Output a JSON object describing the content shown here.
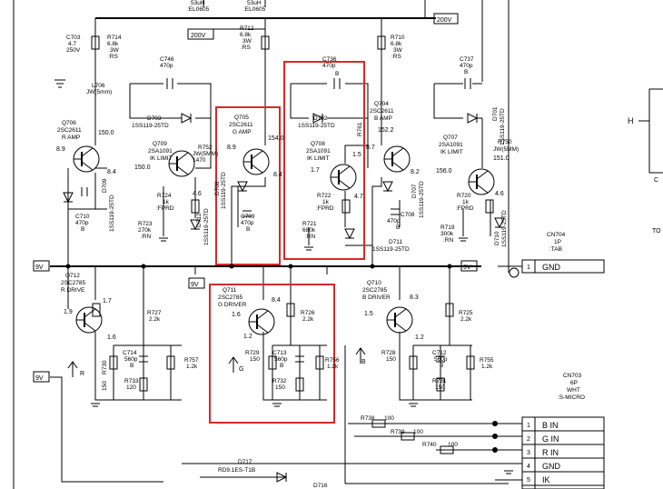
{
  "rails": {
    "v200_top": "200V",
    "v200_mid": "200V",
    "v9_left": "9V",
    "v9_mid": "9V",
    "v9_right": "9V",
    "v9_left2": "9V"
  },
  "top_inductors": [
    {
      "line1": "53uH",
      "line2": ":EL0605"
    },
    {
      "line1": "53uH",
      "line2": ":EL0605"
    }
  ],
  "transistors": [
    {
      "ref": "Q706",
      "part": "2SC2611",
      "func": "R AMP",
      "b": "8.9",
      "c": "150.0",
      "e": "8.4"
    },
    {
      "ref": "Q709",
      "part": "2SA1091",
      "func": "IK LIMIT",
      "b": "150.0",
      "c": "",
      "e": "4.6"
    },
    {
      "ref": "Q705",
      "part": "2SC2611",
      "func": "G AMP",
      "b": "8.9",
      "c": "154.0",
      "e": "8.4"
    },
    {
      "ref": "Q708",
      "part": "2SA1091",
      "func": "IK LIMIT",
      "b": "1.7",
      "c": "1.5",
      "e": "4.7"
    },
    {
      "ref": "Q704",
      "part": "2SC2611",
      "func": "B AMP",
      "b": "8.7",
      "c": "152.2",
      "e": "8.2"
    },
    {
      "ref": "Q707",
      "part": "2SA1091",
      "func": "IK LIMIT",
      "b": "156.0",
      "c": "151.0",
      "e": "4.6"
    },
    {
      "ref": "Q712",
      "part": "2SC2785",
      "func": "R DRIVE",
      "b": "1.9",
      "c": "1.7",
      "e": "1.6"
    },
    {
      "ref": "Q711",
      "part": "2SC2785",
      "func": "G DRIVER",
      "b": "1.6",
      "c": "8.4",
      "e": "1.2"
    },
    {
      "ref": "Q710",
      "part": "2SC2785",
      "func": "B DRIVER",
      "b": "1.5",
      "c": "8.3",
      "e": "1.2"
    }
  ],
  "labels": {
    "c703": [
      "C703",
      "4.7",
      "250V"
    ],
    "r714": [
      "R714",
      "6.8k",
      "3W",
      ":RS"
    ],
    "l706": [
      "L706",
      "JW(5mm)"
    ],
    "c746": [
      "C746",
      "470p"
    ],
    "r712": [
      "R712",
      "6.8k",
      "3W",
      ":RS"
    ],
    "r710": [
      "R710",
      "6.8k",
      "3W",
      ":RS"
    ],
    "c737": [
      "C737",
      "470p",
      "B"
    ],
    "c736": [
      "C736",
      "470p",
      "B"
    ],
    "d703": [
      "D703",
      "1SS119-25TD"
    ],
    "d702": [
      "D702",
      "1SS119-25TD"
    ],
    "d701": [
      "D701",
      "1SS119-25TD"
    ],
    "r752": [
      "R752",
      "JW(5MM)",
      "1470"
    ],
    "r750": [
      "R750",
      "JW(5MM)"
    ],
    "r761": [
      "R761"
    ],
    "d708": [
      "D708",
      "1SS119-25TD"
    ],
    "d707": [
      "D707",
      "1SS119-25TD"
    ],
    "d709": [
      "D709",
      "1SS119-25TD"
    ],
    "d710": [
      "D710",
      "1SS119-25TD"
    ],
    "d712": [
      "D712",
      "1SS119-25TD"
    ],
    "d711": [
      "D711",
      "1SS119-25TD"
    ],
    "c710": [
      "C710",
      "470p",
      "B"
    ],
    "c709": [
      "C709",
      "470p",
      "B"
    ],
    "c708": [
      "C708",
      "470p",
      "B"
    ],
    "r724": [
      "R724",
      "1k",
      ":FPRD"
    ],
    "r722": [
      "R722",
      "1k",
      ":FPRD"
    ],
    "r720": [
      "R720",
      "1k",
      ":FPRD"
    ],
    "r723": [
      "R723",
      "270k",
      ":RN"
    ],
    "r721": [
      "R721",
      "680k",
      ":RN"
    ],
    "r719": [
      "R719",
      "300k",
      ":RN"
    ],
    "r727": [
      "R727",
      "2.2k"
    ],
    "r726": [
      "R726",
      "2.2k"
    ],
    "r725": [
      "R725",
      "2.2k"
    ],
    "c714": [
      "C714",
      "560p",
      "B"
    ],
    "c713": [
      "C713",
      "560p",
      "B"
    ],
    "c712": [
      "C712",
      "560p",
      "B"
    ],
    "r730": [
      "R730",
      "150"
    ],
    "r729": [
      "R729",
      "150"
    ],
    "r728": [
      "R728",
      "150"
    ],
    "r733": [
      "R733",
      "120"
    ],
    "r732": [
      "R732",
      "150"
    ],
    "r731": [
      "R731",
      "150"
    ],
    "r757": [
      "R757",
      "1.2k"
    ],
    "r756": [
      "R756",
      "1.2k"
    ],
    "r755": [
      "R755",
      "1.2k"
    ],
    "r738": [
      "R738",
      "100"
    ],
    "r739": [
      "R739",
      "100"
    ],
    "r740": [
      "R740",
      "100"
    ],
    "d717": [
      "D717",
      "RD9.1ES-T1B"
    ],
    "d716": [
      "D716"
    ],
    "in_r": "R",
    "in_g": "G",
    "in_b": "B",
    "side_h": "H",
    "side_c": "C",
    "side_to": "TO"
  },
  "cn704": {
    "name": "CN704",
    "sub1": "1P",
    "sub2": ":TAB",
    "pins": [
      {
        "num": "1",
        "label": "GND"
      }
    ]
  },
  "cn703": {
    "name": "CN703",
    "sub1": "6P",
    "sub2": "WHT",
    "sub3": ":S-MICRO",
    "pins": [
      {
        "num": "1",
        "label": "B IN"
      },
      {
        "num": "2",
        "label": "G IN"
      },
      {
        "num": "3",
        "label": "R IN"
      },
      {
        "num": "4",
        "label": "GND"
      },
      {
        "num": "5",
        "label": "IK"
      }
    ]
  },
  "highlight_color": "#d42a2a"
}
